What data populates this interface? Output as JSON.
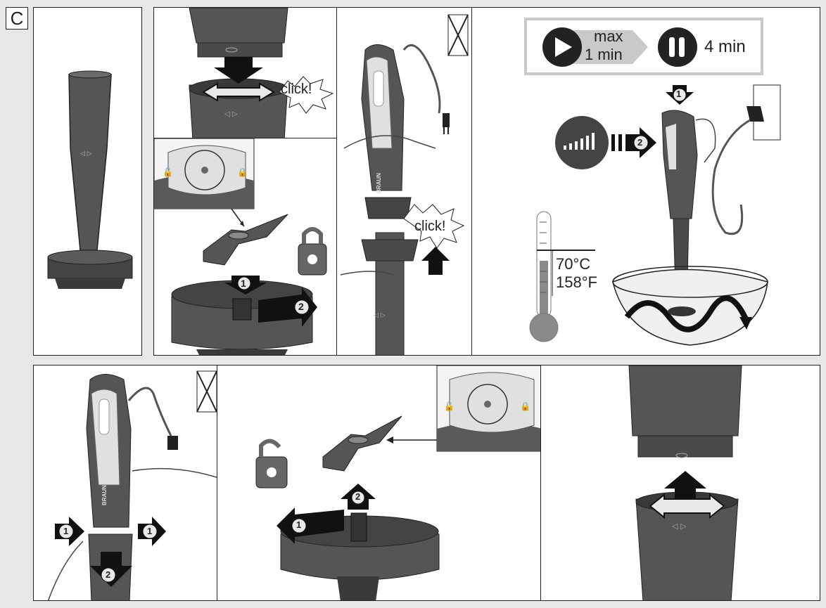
{
  "section_badge": "C",
  "click_label_top": "click!",
  "click_label_mid": "click!",
  "timer": {
    "max_line1": "max",
    "max_line2": "1 min",
    "pause_label": "4 min"
  },
  "temperature": {
    "celsius": "70°C",
    "fahrenheit": "158°F"
  },
  "brand": "BRAUN",
  "step_numbers": {
    "one": "1",
    "two": "2"
  },
  "colors": {
    "appliance": "#555555",
    "appliance_dark": "#3a3a3a",
    "light": "#e8e8e8",
    "ink": "#222222"
  }
}
